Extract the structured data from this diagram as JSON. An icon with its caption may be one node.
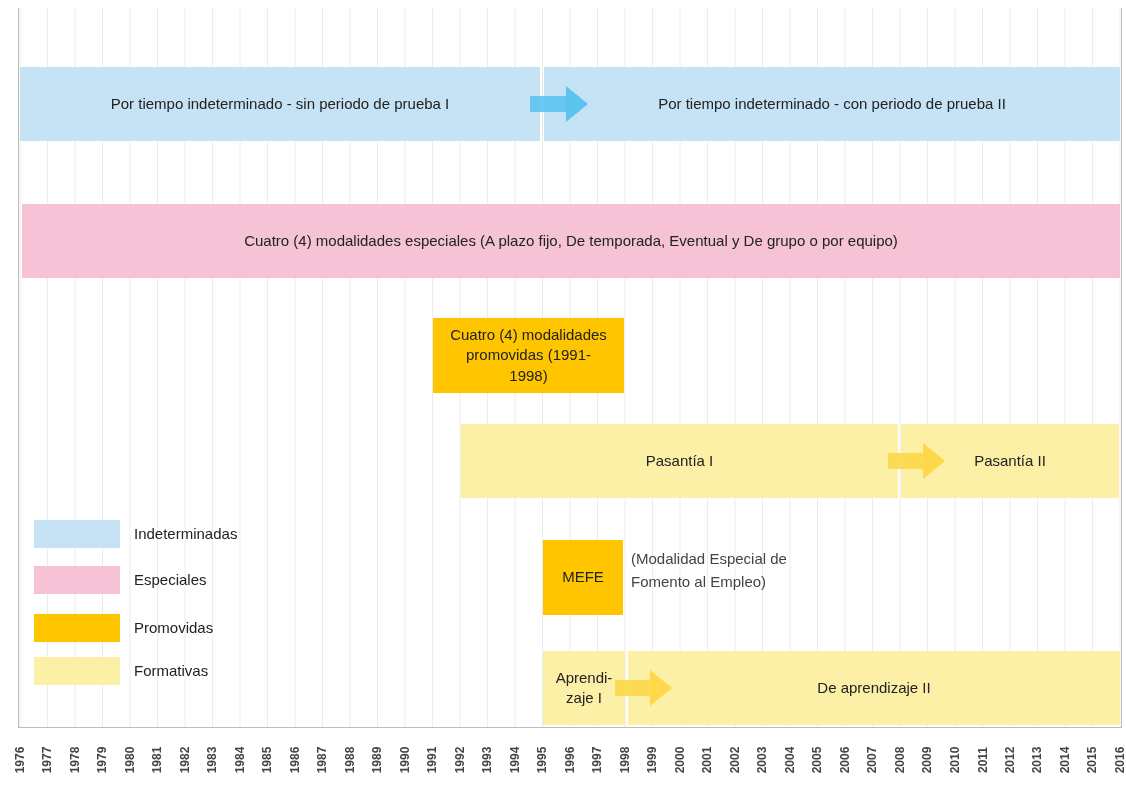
{
  "diagram": {
    "nodes": [
      {
        "text": [
          "Por tiempo indeterminado - sin periodo de prueba I"
        ]
      },
      {
        "text": [
          "Por tiempo indeterminado - con periodo de prueba II"
        ]
      },
      {
        "text": [
          "Cuatro (4) modalidades especiales (A plazo fijo, De temporada, Eventual y De grupo o por equipo)"
        ]
      },
      {
        "text": [
          "Cuatro (4) modalidades promovidas (1991-1998)"
        ]
      },
      {
        "text": [
          "Pasantía I"
        ]
      },
      {
        "text": [
          "Pasantía II"
        ]
      },
      {
        "text": [
          "MEFE"
        ],
        "beside": [
          "(Modalidad Especial de Fomento al Empleo)"
        ]
      },
      {
        "text": [
          "Aprendi-zaje I"
        ]
      },
      {
        "text": [
          "De aprendizaje II"
        ]
      }
    ],
    "edges": [
      {
        "from": 0,
        "to": 1,
        "arrow": "to",
        "color": "#5cc3ef"
      },
      {
        "from": 4,
        "to": 5,
        "arrow": "to"
      },
      {
        "from": 7,
        "to": 8,
        "arrow": "to"
      }
    ],
    "labels": [
      "1976",
      "1977",
      "1978",
      "1979",
      "1980",
      "1981",
      "1982",
      "1983",
      "1984",
      "1985",
      "1986",
      "1987",
      "1988",
      "1989",
      "1990",
      "1991",
      "1992",
      "1993",
      "1994",
      "1995",
      "1996",
      "1997",
      "1998",
      "1999",
      "2000",
      "2001",
      "2002",
      "2003",
      "2004",
      "2005",
      "2006",
      "2007",
      "2008",
      "2009",
      "2010",
      "2011",
      "2012",
      "2013",
      "2014",
      "2015",
      "2016"
    ],
    "legend": [
      {
        "text": "Indeterminadas",
        "color": "#c5e3f4"
      },
      {
        "text": "Especiales",
        "color": "#f5c3d5"
      },
      {
        "text": "Promovidas",
        "color": "#ffc600"
      },
      {
        "text": "Formativas",
        "color": "#fcefa6"
      }
    ]
  }
}
